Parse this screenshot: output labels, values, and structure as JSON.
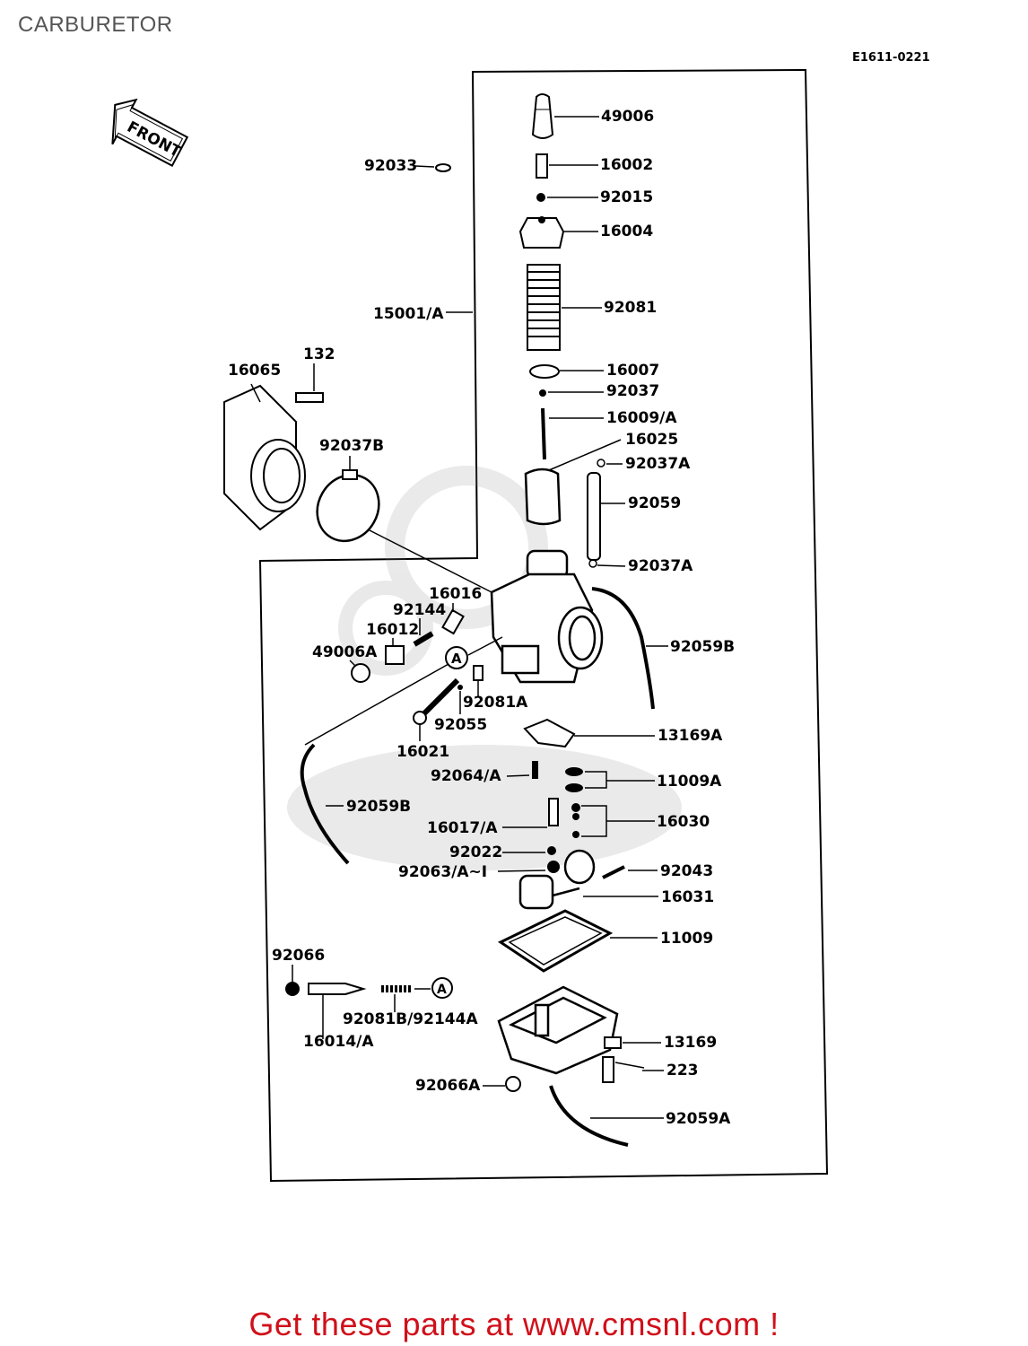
{
  "page": {
    "title": "CARBURETOR",
    "diagram_code": "E1611-0221",
    "front_marker": "FRONT",
    "promo_text": "Get these parts at www.cmsnl.com !"
  },
  "callouts": {
    "p49006": "49006",
    "p92033": "92033",
    "p16002": "16002",
    "p92015": "92015",
    "p16004": "16004",
    "p15001a": "15001/A",
    "p92081": "92081",
    "p16065": "16065",
    "p132": "132",
    "p16007": "16007",
    "p92037": "92037",
    "p16009a": "16009/A",
    "p16025": "16025",
    "p92037b": "92037B",
    "p92037a_top": "92037A",
    "p92059": "92059",
    "p92037a_bottom": "92037A",
    "p16016": "16016",
    "p92144": "92144",
    "p16012": "16012",
    "p49006a": "49006A",
    "p92059b_right": "92059B",
    "p92081a": "92081A",
    "p92055": "92055",
    "p16021": "16021",
    "p13169a": "13169A",
    "p92064a": "92064/A",
    "p11009a": "11009A",
    "p92059b_left": "92059B",
    "p16017a": "16017/A",
    "p16030": "16030",
    "p92022": "92022",
    "p92063": "92063/A~I",
    "p92043": "92043",
    "p16031": "16031",
    "p11009": "11009",
    "p92066": "92066",
    "p92081b": "92081B/92144A",
    "p16014a": "16014/A",
    "p13169": "13169",
    "p223": "223",
    "p92066a": "92066A",
    "p92059a": "92059A",
    "ref_a": "A"
  }
}
